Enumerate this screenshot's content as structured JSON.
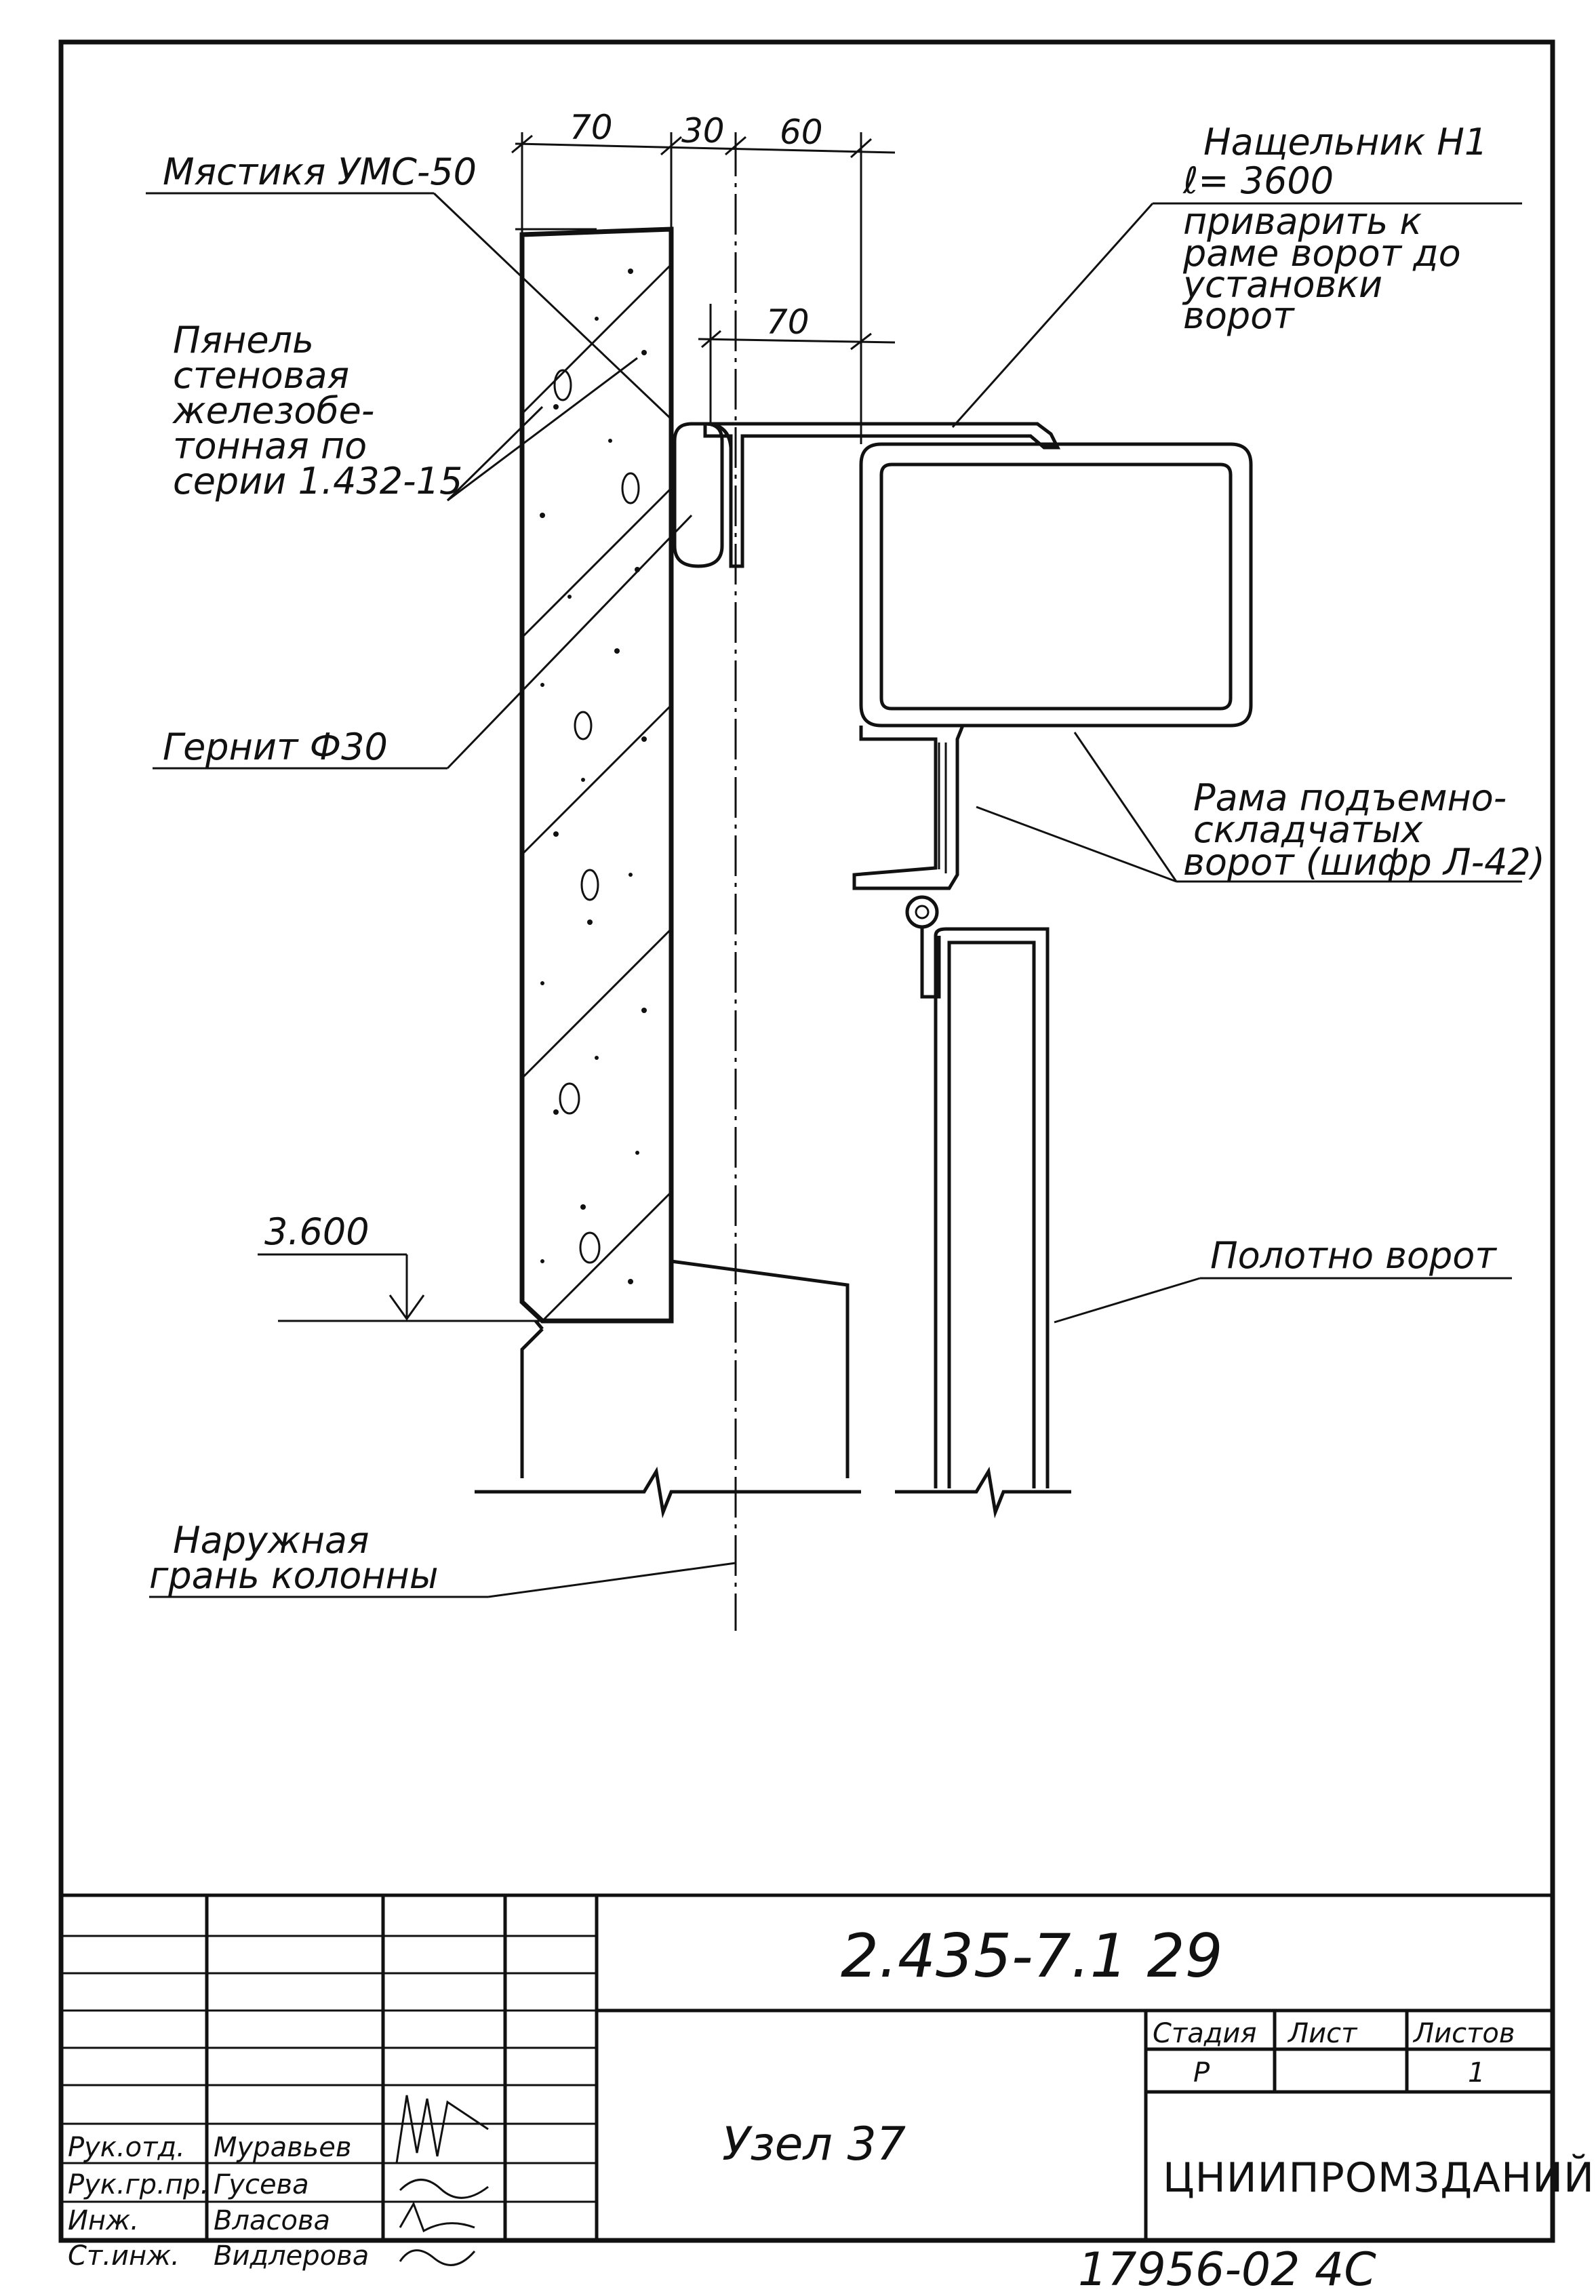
{
  "labels": {
    "mastic": "Мястикя УМС-50",
    "panel": [
      "Пянель",
      "стеновая",
      "железобе-",
      "тонная по",
      "серии 1.432-15"
    ],
    "gernit": "Гернит Ф30",
    "nashchelnik": [
      "Нащельник Н1",
      "ℓ= 3600",
      "приварить к",
      "раме ворот до",
      "установки",
      "ворот"
    ],
    "frame": [
      "Рама подъемно-",
      "складчатых",
      "ворот (шифр Л-42)"
    ],
    "door_leaf": "Полотно ворот",
    "column_face": [
      "Наружная",
      "грань колонны"
    ],
    "elevation": "3.600"
  },
  "dimensions": {
    "d1": "70",
    "d2": "30",
    "d3": "60",
    "d4": "70"
  },
  "title_block": {
    "doc_code": "2.435-7.1  29",
    "title": "Узел 37",
    "stage_header": "Стадия",
    "sheet_header": "Лист",
    "sheets_header": "Листов",
    "stage": "Р",
    "sheets": "1",
    "organization": "ЦНИИПРОМЗДАНИЙ",
    "roles": [
      "Рук.отд.",
      "Рук.гр.пр.",
      "Инж.",
      "Ст.инж."
    ],
    "names": [
      "Муравьев",
      "Гусева",
      "Власова",
      "Видлерова"
    ]
  },
  "footer_number": "17956-02   4С"
}
